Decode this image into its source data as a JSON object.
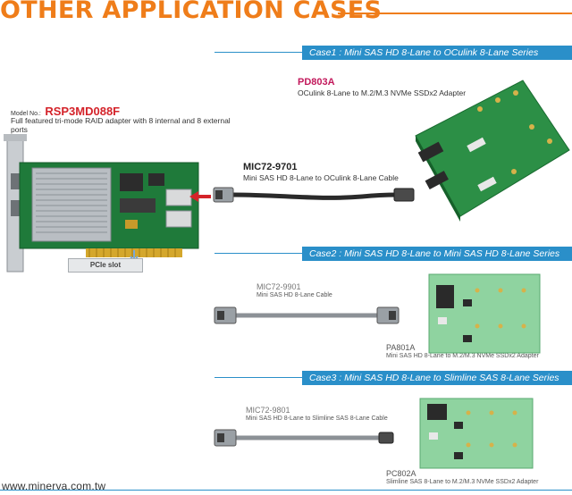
{
  "header": {
    "title": "OTHER APPLICATION CASES"
  },
  "raid": {
    "model_label": "Model No.:",
    "model_no": "RSP3MD088F",
    "description": "Full featured tri-mode RAID adapter with 8 internal and 8 external ports",
    "slot_label": "PCIe slot"
  },
  "case1": {
    "bar": "Case1 : Mini SAS HD 8-Lane to OCulink 8-Lane Series",
    "adapter_name": "PD803A",
    "adapter_desc": "OCulink 8-Lane to M.2/M.3 NVMe SSDx2 Adapter",
    "cable_name": "MIC72-9701",
    "cable_desc": "Mini SAS HD 8-Lane to OCulink 8-Lane Cable"
  },
  "case2": {
    "bar": "Case2 : Mini SAS HD 8-Lane to Mini SAS HD 8-Lane Series",
    "cable_name": "MIC72-9901",
    "cable_desc": "Mini SAS HD 8-Lane Cable",
    "adapter_name": "PA801A",
    "adapter_desc": "Mini SAS HD 8-Lane to M.2/M.3 NVMe SSDx2 Adapter"
  },
  "case3": {
    "bar": "Case3 : Mini SAS HD 8-Lane to Slimline SAS 8-Lane Series",
    "cable_name": "MIC72-9801",
    "cable_desc": "Mini SAS HD 8-Lane to Slimline SAS 8-Lane Cable",
    "adapter_name": "PC802A",
    "adapter_desc": "Slimline SAS 8-Lane to M.2/M.3 NVMe SSDx2 Adapter"
  },
  "footer": {
    "url": "www.minerva.com.tw"
  },
  "colors": {
    "title": "#ef7d1a",
    "case_bar": "#2a8fc9",
    "model_no": "#d4232a",
    "pcb_green": "#1f8a3c",
    "arrow_red": "#d4232a"
  }
}
